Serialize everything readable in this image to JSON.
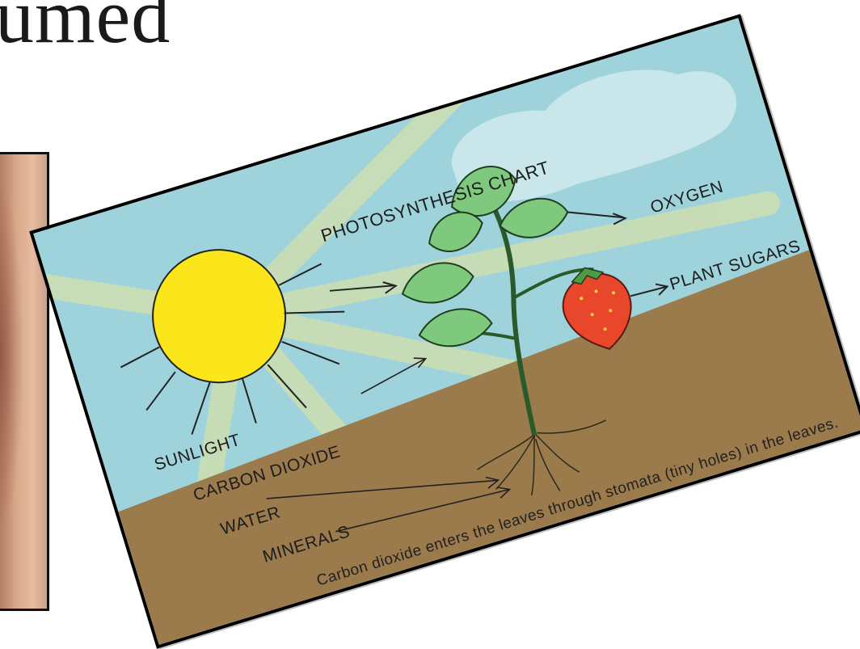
{
  "slide": {
    "heading_fragment": "umed"
  },
  "diagram": {
    "title": "PHOTOSYNTHESIS  CHART",
    "inputs": {
      "sunlight": "SUNLIGHT",
      "carbon_dioxide": "CARBON DIOXIDE",
      "water": "WATER",
      "minerals": "MINERALS"
    },
    "outputs": {
      "oxygen": "OXYGEN",
      "plant_sugars": "PLANT SUGARS"
    },
    "caption": "Carbon dioxide enters the leaves through stomata (tiny holes) in the leaves.",
    "colors": {
      "sky": "#9fd3dc",
      "soil": "#9b7a4c",
      "sun": "#fbe61c",
      "leaf": "#7fc97f",
      "strawberry": "#e8472c"
    }
  }
}
